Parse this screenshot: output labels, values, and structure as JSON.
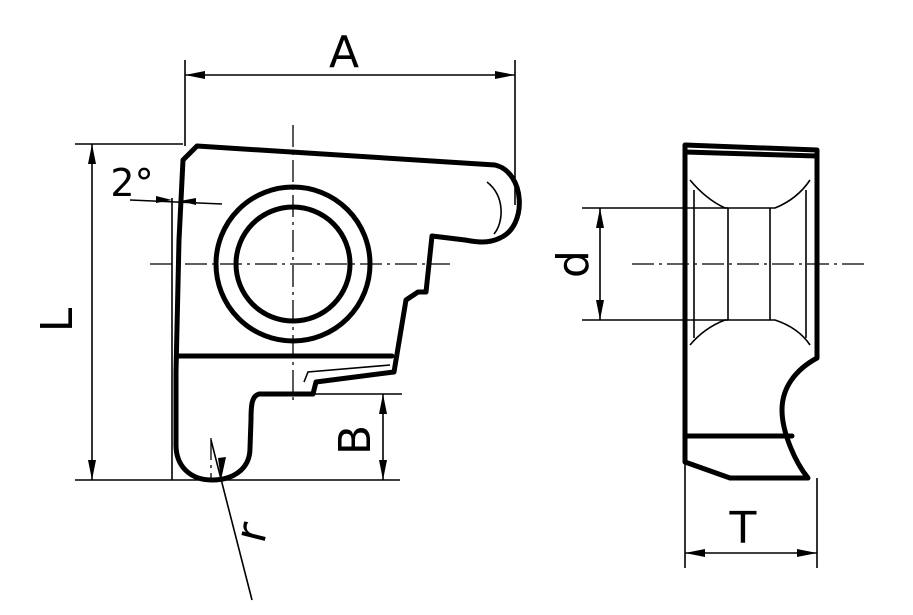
{
  "labels": {
    "A": "A",
    "L": "L",
    "angle": "2°",
    "B": "B",
    "r": "r",
    "d": "d",
    "T": "T"
  }
}
